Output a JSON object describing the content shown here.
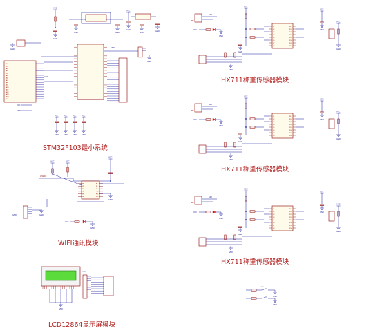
{
  "modules": {
    "stm32": "STM32F103最小系统",
    "wifi": "WIFI通讯模块",
    "lcd": "LCD12864显示屏模块",
    "hx711_a": "HX711称重传感器模块",
    "hx711_b": "HX711称重传感器模块",
    "hx711_c": "HX711称重传感器模块"
  },
  "nets": {
    "vcc": "VCC",
    "gnd": "GND",
    "v33": "3.3V"
  },
  "colors": {
    "wire": "#1a1a9c",
    "part": "#8b0000",
    "title": "#b22222",
    "lcd_screen": "#5cdc3c",
    "led": "#d01010"
  }
}
